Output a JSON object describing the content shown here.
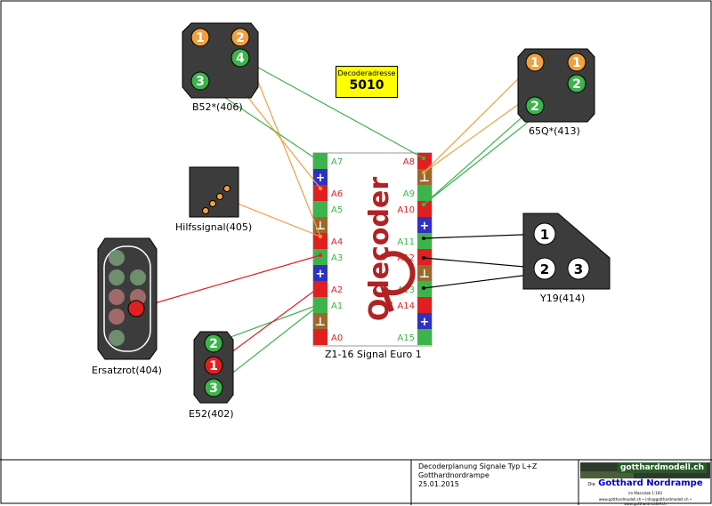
{
  "decoder": {
    "address_label": "Decoderadresse",
    "address_value": "5010",
    "name": "Z1-16 Signal Euro 1",
    "logo": "Qdecoder",
    "left_pins": [
      "A7",
      "+",
      "A6",
      "A5",
      "⊥",
      "A4",
      "A3",
      "+",
      "A2",
      "A1",
      "⊥",
      "A0"
    ],
    "right_pins": [
      "A8",
      "⊥",
      "A9",
      "A10",
      "+",
      "A11",
      "A12",
      "⊥",
      "A13",
      "A14",
      "+",
      "A15"
    ]
  },
  "signals": {
    "b52": {
      "label": "B52*(406)",
      "lamps": [
        "1",
        "2",
        "4",
        "3"
      ]
    },
    "q65": {
      "label": "65Q*(413)",
      "lamps": [
        "1",
        "1",
        "2",
        "2"
      ]
    },
    "hilfs": {
      "label": "Hilfssignal(405)"
    },
    "ersatz": {
      "label": "Ersatzrot(404)"
    },
    "e52": {
      "label": "E52(402)",
      "lamps": [
        "2",
        "1",
        "3"
      ]
    },
    "y19": {
      "label": "Y19(414)",
      "lamps": [
        "1",
        "2",
        "3"
      ]
    }
  },
  "footer": {
    "line1": "Decoderplanung Signale Typ L+Z",
    "line2": "Gotthardnordrampe",
    "line3": "25.01.2015",
    "brand_top": "gotthardmodell.ch",
    "brand_pre": "Die",
    "brand_title": "Gotthard Nordrampe",
    "brand_sub": "im Massstab 1:160",
    "brand_links": "www.gotthardmodell.ch • info@gotthardmodell.ch • www.gotthardmodell.ch"
  },
  "colors": {
    "green": "#3cb44b",
    "red": "#e02020",
    "orange": "#f0a040",
    "brown": "#9a6a2a",
    "blue": "#3030c0",
    "dark": "#3c3c3c"
  }
}
